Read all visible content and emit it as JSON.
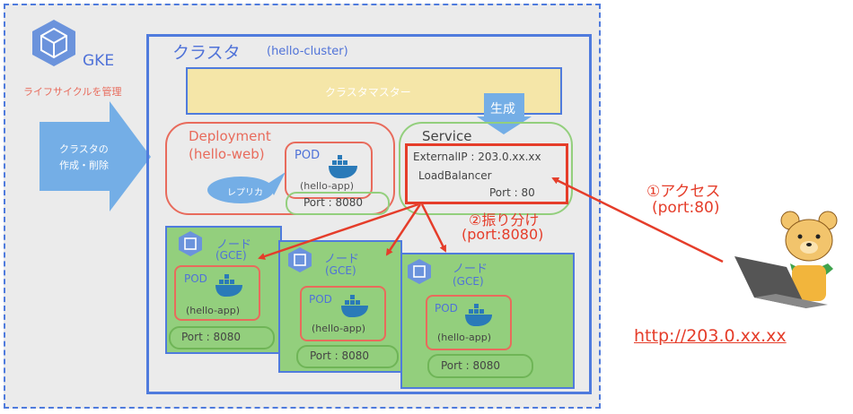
{
  "gke": {
    "title": "GKE",
    "lifecycle": "ライフサイクルを管理",
    "arrow_line1": "クラスタの",
    "arrow_line2": "作成・削除"
  },
  "cluster": {
    "title": "クラスタ",
    "name": "(hello-cluster)",
    "master": "クラスタマスター",
    "generate": "生成"
  },
  "deployment": {
    "title": "Deployment",
    "name": "(hello-web)",
    "replica": "レプリカ",
    "pod_label": "POD",
    "pod_app": "(hello-app)",
    "port": "Port : 8080"
  },
  "service": {
    "title": "Service",
    "external_ip": "ExternalIP : 203.0.xx.xx",
    "type": "LoadBalancer",
    "port": "Port : 80"
  },
  "distribution": {
    "line1": "②振り分け",
    "line2": "(port:8080)"
  },
  "access": {
    "line1": "①アクセス",
    "line2": "(port:80)",
    "url": "http://203.0.xx.xx"
  },
  "nodes": [
    {
      "title": "ノード",
      "sub": "(GCE)",
      "pod": "POD",
      "app": "(hello-app)",
      "port": "Port : 8080"
    },
    {
      "title": "ノード",
      "sub": "(GCE)",
      "pod": "POD",
      "app": "(hello-app)",
      "port": "Port : 8080"
    },
    {
      "title": "ノード",
      "sub": "(GCE)",
      "pod": "POD",
      "app": "(hello-app)",
      "port": "Port : 8080"
    }
  ],
  "colors": {
    "outer_bg": "#ebebeb",
    "blue_border": "#4f7bdd",
    "title_blue": "#4f72d8",
    "green_fill": "#93cf7d",
    "red_border": "#e86b5c",
    "red_text": "#e53d2a",
    "master_fill": "#f5e6a8",
    "light_blue": "#74aee6"
  }
}
